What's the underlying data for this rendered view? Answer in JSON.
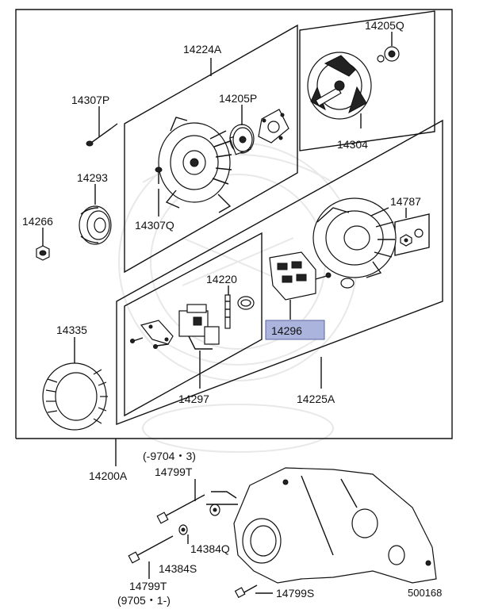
{
  "diagram": {
    "labels": {
      "p14205Q": "14205Q",
      "p14224A": "14224A",
      "p14307P": "14307P",
      "p14205P": "14205P",
      "p14304": "14304",
      "p14293": "14293",
      "p14266": "14266",
      "p14307Q": "14307Q",
      "p14787": "14787",
      "p14220": "14220",
      "p14296": "14296",
      "p14335": "14335",
      "p14297": "14297",
      "p14225A": "14225A",
      "p14200A": "14200A",
      "date_upper": "(-9704・3)",
      "p14799T_upper": "14799T",
      "p14384Q": "14384Q",
      "p14384S": "14384S",
      "p14799T_lower": "14799T",
      "date_lower": "(9705・1-)",
      "p14799S": "14799S",
      "diagram_code": "500168"
    },
    "highlight_color": "#aab4dc"
  }
}
